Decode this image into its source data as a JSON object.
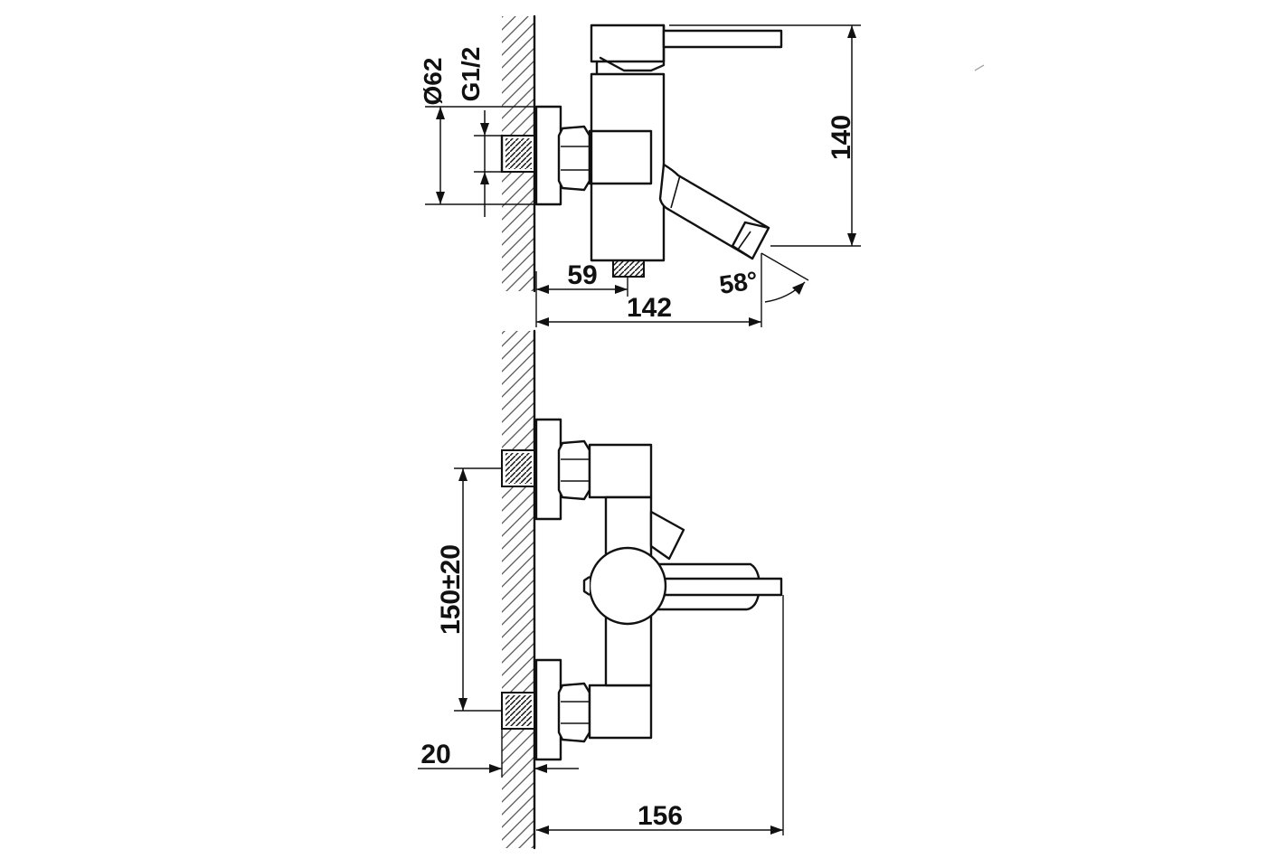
{
  "side_view": {
    "dim_diameter": "Ø62",
    "dim_thread": "G1/2",
    "dim_height": "140",
    "dim_inlet_offset": "59",
    "dim_depth": "142",
    "dim_spout_angle": "58°"
  },
  "front_view": {
    "dim_center_distance": "150±20",
    "dim_thread_length": "20",
    "dim_depth": "156"
  }
}
